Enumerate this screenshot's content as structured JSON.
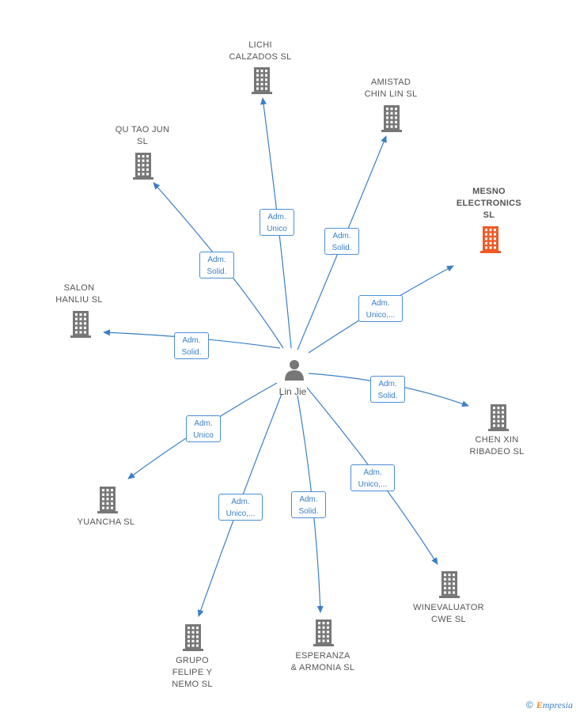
{
  "center": {
    "name": "Lin Jie",
    "icon": "person-icon"
  },
  "colors": {
    "edge": "#3a7fc8",
    "building": "#777777",
    "highlight": "#f05a28"
  },
  "companies": [
    {
      "id": "lichi",
      "label": "LICHI\nCALZADOS SL",
      "role": "Adm.\nUnico",
      "highlight": false
    },
    {
      "id": "amistad",
      "label": "AMISTAD\nCHIN LIN SL",
      "role": "Adm.\nSolid.",
      "highlight": false
    },
    {
      "id": "mesno",
      "label": "MESNO\nELECTRONICS\nSL",
      "role": "Adm.\nUnico,...",
      "highlight": true
    },
    {
      "id": "chenxin",
      "label": "CHEN XIN\nRIBADEO  SL",
      "role": "Adm.\nSolid.",
      "highlight": false
    },
    {
      "id": "winevaluator",
      "label": "WINEVALUATOR\nCWE  SL",
      "role": "Adm.\nUnico,...",
      "highlight": false
    },
    {
      "id": "esperanza",
      "label": "ESPERANZA\n& ARMONIA  SL",
      "role": "Adm.\nSolid.",
      "highlight": false
    },
    {
      "id": "grupo",
      "label": "GRUPO\nFELIPE Y\nNEMO SL",
      "role": "Adm.\nUnico,...",
      "highlight": false
    },
    {
      "id": "yuancha",
      "label": "YUANCHA  SL",
      "role": "Adm.\nUnico",
      "highlight": false
    },
    {
      "id": "salon",
      "label": "SALON\nHANLIU  SL",
      "role": "Adm.\nSolid.",
      "highlight": false
    },
    {
      "id": "qutao",
      "label": "QU TAO JUN\nSL",
      "role": "Adm.\nSolid.",
      "highlight": false
    }
  ],
  "footer": {
    "copyright": "©",
    "brand_first": "E",
    "brand_rest": "mpresia"
  }
}
